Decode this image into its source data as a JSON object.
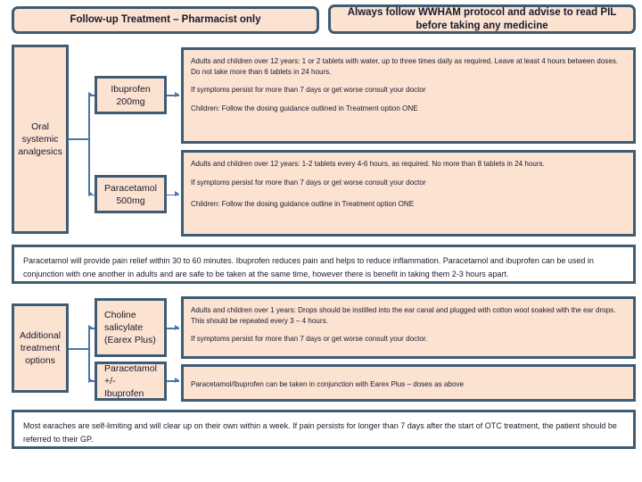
{
  "headers": {
    "left": "Follow-up Treatment – Pharmacist only",
    "right": "Always follow WWHAM protocol and advise to read PIL before taking any medicine"
  },
  "sections": [
    {
      "category": "Oral systemic analgesics",
      "options": [
        {
          "drug": "Ibuprofen 200mg",
          "details": [
            "Adults and children over 12 years: 1 or 2 tablets with water, up to three times daily as required. Leave at least 4 hours between doses. Do not take more than 6 tablets in 24 hours.",
            "If symptoms persist for more than 7 days or get worse consult your doctor",
            "Children: Follow the dosing guidance outlined in Treatment option ONE"
          ]
        },
        {
          "drug": "Paracetamol 500mg",
          "details": [
            "Adults and children over 12 years: 1-2 tablets every 4-6 hours, as required. No more than 8 tablets in 24 hours.",
            "If symptoms persist for more than 7 days or get worse consult your doctor",
            "Children: Follow the dosing guidance outline in Treatment option ONE"
          ]
        }
      ]
    },
    {
      "category": "Additional treatment options",
      "options": [
        {
          "drug": "Choline salicylate (Earex Plus)",
          "details": [
            "Adults and children over 1 years: Drops should be instilled into the ear canal and plugged with cotton wool soaked with the ear drops. This should be repeated every 3 – 4 hours.",
            "If symptoms persist for more than 7 days or get worse consult your doctor."
          ]
        },
        {
          "drug": "Paracetamol +/- Ibuprofen",
          "details": [
            "Paracetamol/Ibuprofen can be taken in conjunction with Earex Plus – doses as above"
          ]
        }
      ]
    }
  ],
  "notes": {
    "analgesic_note": "Paracetamol will provide pain relief within 30 to 60 minutes. Ibuprofen reduces pain and helps to reduce inflammation. Paracetamol and ibuprofen can be used in conjunction with one another in adults and are safe to be taken at the same time, however there is benefit in taking them 2-3 hours apart.",
    "footer_note": "Most earaches are self-limiting and will clear up on their own within a week. If pain persists for longer than 7 days after the start of OTC treatment, the patient should be referred to their GP."
  },
  "colors": {
    "fill": "#FBE2D1",
    "border": "#3E5C74",
    "connector": "#4A77A8",
    "text": "#1a1a2e"
  }
}
